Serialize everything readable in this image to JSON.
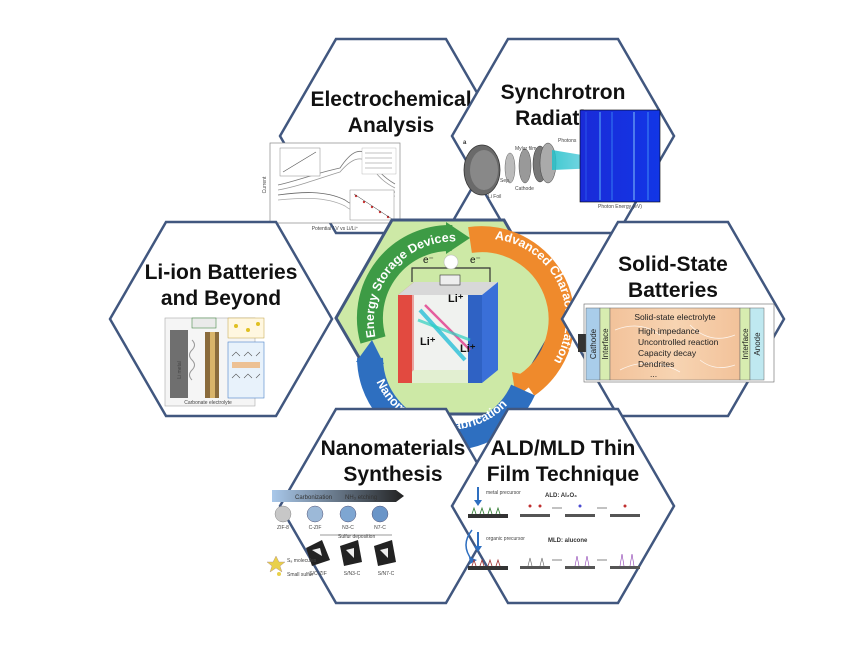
{
  "center": {
    "arc_top": "Energy Storage Devices",
    "arc_right": "Advanced Characterization",
    "arc_bottom": "Nanomaterials Fabrication",
    "electron_left": "e⁻",
    "electron_right": "e⁻",
    "ion_top": "Li⁺",
    "ion_left": "Li⁺",
    "ion_right": "Li⁺"
  },
  "hex_electrochem": {
    "title_line1": "Electrochemical",
    "title_line2": "Analysis",
    "xlabel": "Potential / V vs Li/Li⁺",
    "ylabel": "Current"
  },
  "hex_synchrotron": {
    "title_line1": "Synchrotron",
    "title_line2": "Radiation",
    "panel_label": "a",
    "labels": [
      "Mylar film",
      "Photons",
      "Cathode",
      "Sep.",
      "Li Foil"
    ],
    "spectrum_xlabel": "Photon Energy (eV)"
  },
  "hex_liion": {
    "title_line1": "Li-ion Batteries",
    "title_line2": "and Beyond",
    "li_metal": "Li metal",
    "electrolyte": "Carbonate electrolyte"
  },
  "hex_solid": {
    "title_line1": "Solid-State",
    "title_line2": "Batteries",
    "cathode": "Cathode",
    "interface_left": "Interface",
    "interface_right": "Interface",
    "anode": "Anode",
    "electrolyte_title": "Solid-state electrolyte",
    "issues": [
      "High impedance",
      "Uncontrolled reaction",
      "Capacity decay",
      "Dendrites",
      "..."
    ]
  },
  "hex_nano": {
    "title_line1": "Nanomaterials",
    "title_line2": "Synthesis",
    "step1": "Carbonization",
    "step2": "NH₃ etching",
    "sulfur_step": "Sulfur deposition",
    "samples_top": [
      "ZIF-8",
      "C-ZIF",
      "N3-C",
      "N7-C"
    ],
    "samples_bottom": [
      "S/C-ZIF",
      "S/N3-C",
      "S/N7-C"
    ],
    "legend1": "S₈ molecules",
    "legend2": "Small sulfur"
  },
  "hex_ald": {
    "title_line1": "ALD/MLD Thin",
    "title_line2": "Film Technique",
    "metal_precursor": "metal precursor",
    "organic_precursor": "organic precursor",
    "ald_label": "ALD: Al₂O₃",
    "mld_label": "MLD: alucone"
  },
  "colors": {
    "hex_border": "#41577f",
    "center_fill": "#cde9a6",
    "arc_green": "#3d9b45",
    "arc_orange": "#ef8a2c",
    "arc_blue": "#2e6fc0"
  }
}
